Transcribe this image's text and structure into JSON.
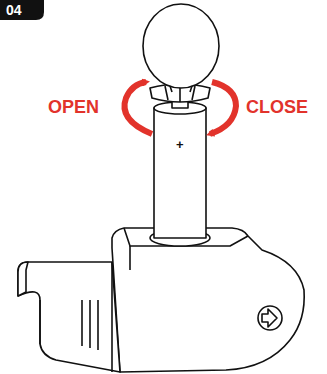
{
  "diagram": {
    "labels": [
      "04",
      "OPEN",
      "CLOSE",
      "+"
    ]
  }
}
